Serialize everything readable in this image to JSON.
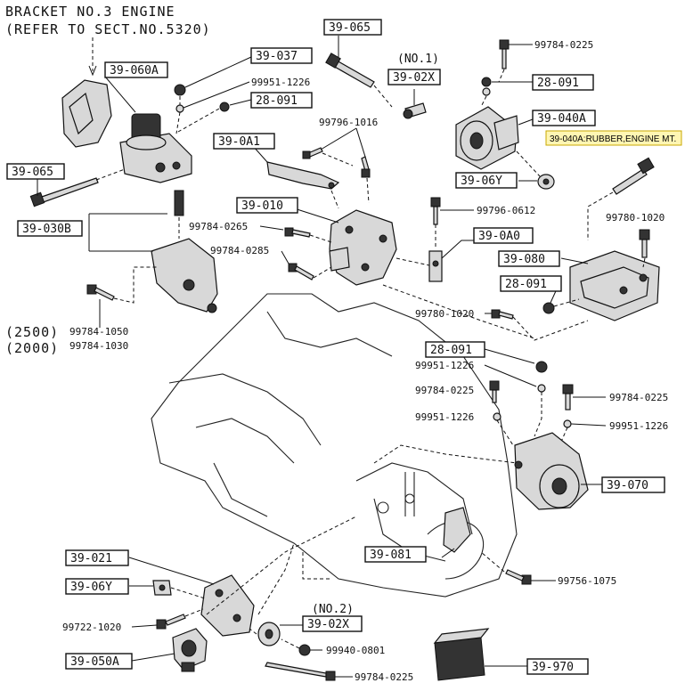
{
  "header": {
    "line1": "BRACKET NO.3 ENGINE",
    "line2": "(REFER TO SECT.NO.5320)"
  },
  "tooltip": {
    "text": "39-040A:RUBBER,ENGINE MT."
  },
  "boxed_labels": {
    "p39_065_top": "39-065",
    "p39_060A": "39-060A",
    "p39_037": "39-037",
    "p28_091_a": "28-091",
    "p39_02X_top": "39-02X",
    "p28_091_b": "28-091",
    "p39_040A": "39-040A",
    "p39_0A1": "39-0A1",
    "p39_065_left": "39-065",
    "p39_06Y_top": "39-06Y",
    "p39_010": "39-010",
    "p39_030B": "39-030B",
    "p39_0A0": "39-0A0",
    "p39_080": "39-080",
    "p28_091_c": "28-091",
    "p28_091_d": "28-091",
    "p39_070": "39-070",
    "p39_081": "39-081",
    "p39_021": "39-021",
    "p39_06Y_bot": "39-06Y",
    "p39_02X_bot": "39-02X",
    "p39_050A": "39-050A",
    "p39_970": "39-970"
  },
  "notes": {
    "no1": "(NO.1)",
    "no2": "(NO.2)",
    "v2500": "(2500)",
    "v2000": "(2000)"
  },
  "part_numbers": {
    "n99784_0225_top": "99784-0225",
    "n99951_1226_a": "99951-1226",
    "n99796_1016": "99796-1016",
    "n99796_0612": "99796-0612",
    "n99780_1020_r": "99780-1020",
    "n99784_0265": "99784-0265",
    "n99784_0285": "99784-0285",
    "n99780_1020_m": "99780-1020",
    "n99784_1050": "99784-1050",
    "n99784_1030": "99784-1030",
    "n99951_1226_b": "99951-1226",
    "n99784_0225_m": "99784-0225",
    "n99784_0225_r": "99784-0225",
    "n99951_1226_c": "99951-1226",
    "n99951_1226_d": "99951-1226",
    "n99756_1075": "99756-1075",
    "n99722_1020": "99722-1020",
    "n99940_0801": "99940-0801",
    "n99784_0225_bot": "99784-0225"
  }
}
